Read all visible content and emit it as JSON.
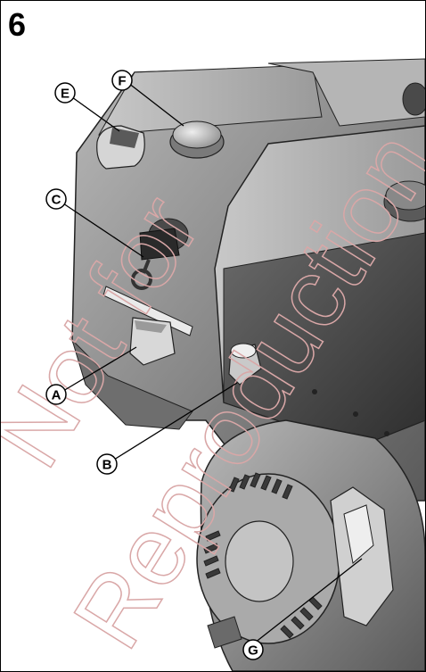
{
  "figure_number": "6",
  "callouts": [
    {
      "id": "A",
      "label": "A"
    },
    {
      "id": "B",
      "label": "B"
    },
    {
      "id": "C",
      "label": "C"
    },
    {
      "id": "E",
      "label": "E"
    },
    {
      "id": "F",
      "label": "F"
    },
    {
      "id": "G",
      "label": "G"
    }
  ],
  "watermark": "Not for Reproduction",
  "colors": {
    "engine_dark": "#3a3a3a",
    "engine_mid": "#8a8a8a",
    "engine_light": "#c9c9c9",
    "watermark": "#d9a7a7"
  }
}
